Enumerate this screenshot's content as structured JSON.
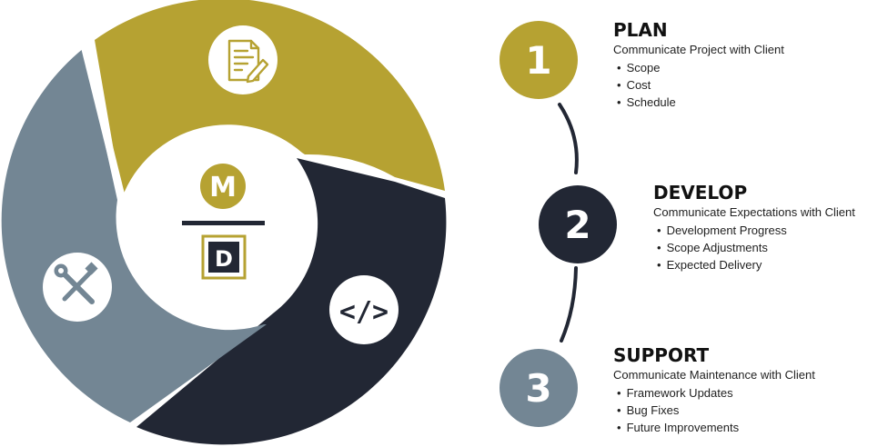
{
  "colors": {
    "gold": "#b6a232",
    "navy": "#222734",
    "slate": "#738694",
    "white": "#ffffff"
  },
  "center_logo": {
    "top_letter": "M",
    "bottom_letter": "D"
  },
  "cycle_icons": [
    "document-edit-icon",
    "code-brackets-icon",
    "wrench-screwdriver-icon"
  ],
  "code_glyph": "</>",
  "steps": [
    {
      "number": "1",
      "title": "PLAN",
      "subtitle": "Communicate Project with Client",
      "items": [
        "Scope",
        "Cost",
        "Schedule"
      ]
    },
    {
      "number": "2",
      "title": "DEVELOP",
      "subtitle": "Communicate Expectations with Client",
      "items": [
        "Development Progress",
        "Scope Adjustments",
        "Expected Delivery"
      ]
    },
    {
      "number": "3",
      "title": "SUPPORT",
      "subtitle": "Communicate Maintenance with Client",
      "items": [
        "Framework Updates",
        "Bug Fixes",
        "Future Improvements"
      ]
    }
  ]
}
